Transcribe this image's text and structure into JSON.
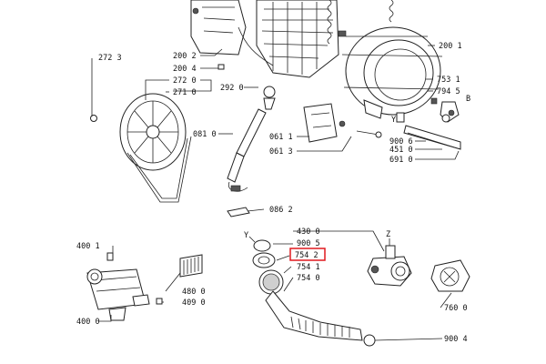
{
  "labels": {
    "l2723": "272 3",
    "l2002": "200 2",
    "l2004": "200 4",
    "l2720": "272 0",
    "l2710": "271 0",
    "l2920": "292 0",
    "l2001": "200 1",
    "l7531": "753 1",
    "l7945": "794 5",
    "lB": "B",
    "lY1": "Y",
    "l0811": "081 0",
    "l0611": "061 1",
    "l0613": "061 3",
    "l9006": "900 6",
    "l4510": "451 0",
    "l6910": "691 0",
    "l0862": "086 2",
    "l4001": "400 1",
    "l4800": "480 0",
    "l4090": "409 0",
    "l4000": "400 0",
    "lY2": "Y",
    "l4300": "430 0",
    "l9005": "900 5",
    "l7542": "754 2",
    "l7541": "754 1",
    "l7540": "754 0",
    "lZ": "Z",
    "l7600": "760 0",
    "l9004": "900 4"
  },
  "highlight": {
    "label": "754 2",
    "color": "#e0191f"
  }
}
